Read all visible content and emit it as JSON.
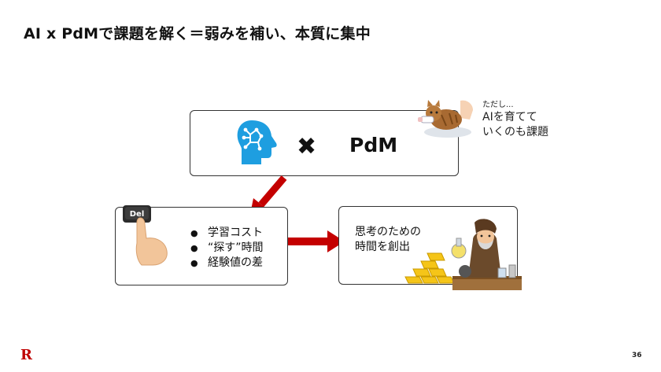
{
  "slide": {
    "title": "AI x PdMで課題を解く＝弱みを補い、本質に集中",
    "page_number": "36",
    "logo_letter": "R"
  },
  "top_box": {
    "pdm_label": "PdM",
    "times_symbol": "✖"
  },
  "side_note": {
    "small": "ただし...",
    "line1": "AIを育てて",
    "line2": "いくのも課題"
  },
  "left_box": {
    "key_label": "Del",
    "bullets": [
      "学習コスト",
      "“探す”時間",
      "経験値の差"
    ]
  },
  "right_box": {
    "line1": "思考のための",
    "line2": "時間を創出"
  },
  "colors": {
    "arrow": "#c40000",
    "brain": "#1e9ee0",
    "logo": "#bf0000"
  },
  "icons": [
    "brain-ai-icon",
    "cat-bottle-illustration",
    "keyboard-finger-illustration",
    "gold-bars-illustration",
    "alchemist-illustration"
  ]
}
